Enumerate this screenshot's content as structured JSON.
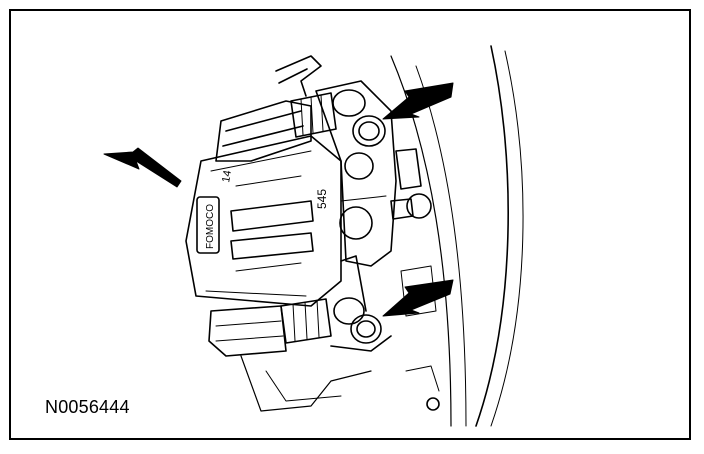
{
  "figure": {
    "id_label": "N0056444",
    "casting_letters": "14",
    "casting_number": "545",
    "brand_stamp": "FOMOCO"
  },
  "colors": {
    "line": "#000000",
    "background": "#ffffff"
  },
  "icons": [
    "callout-arrow",
    "callout-arrow",
    "callout-arrow"
  ]
}
